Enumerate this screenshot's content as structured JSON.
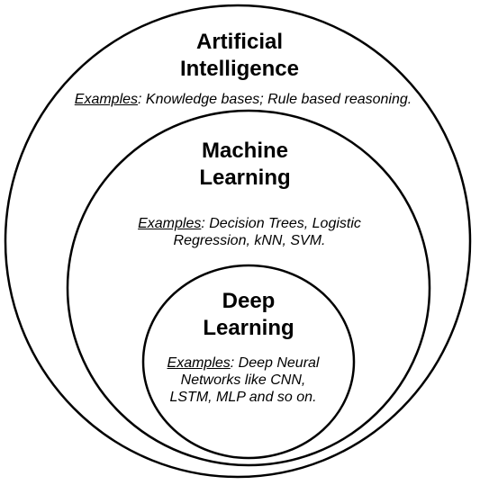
{
  "diagram": {
    "outer": {
      "title_line1": "Artificial",
      "title_line2": "Intelligence",
      "example_label": "Examples",
      "example_text": ": Knowledge bases; Rule based reasoning."
    },
    "middle": {
      "title_line1": "Machine",
      "title_line2": "Learning",
      "example_label": "Examples",
      "example_text": ": Decision Trees, Logistic Regression, kNN, SVM."
    },
    "inner": {
      "title_line1": "Deep",
      "title_line2": "Learning",
      "example_label": "Examples",
      "example_text": ": Deep Neural Networks like CNN, LSTM, MLP and so on."
    },
    "colors": {
      "stroke": "#000000",
      "fill": "#ffffff",
      "text": "#000000"
    }
  }
}
